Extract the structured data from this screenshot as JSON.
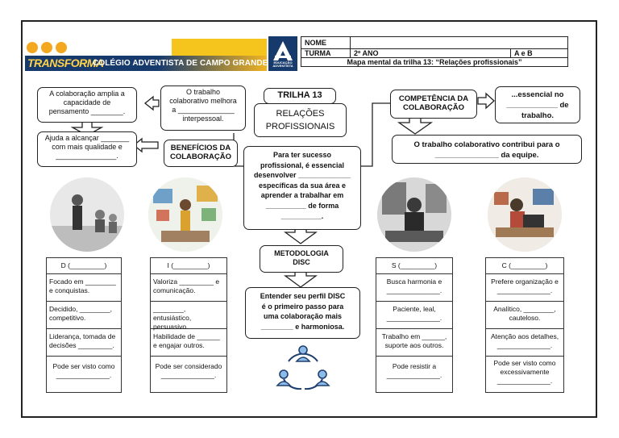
{
  "header": {
    "brand": "TRANSFORMA",
    "school": "COLÉGIO ADVENTISTA DE CAMPO GRANDE",
    "logo_text": "EDUCAÇÃO ADVENTISTA",
    "nome_label": "NOME",
    "nome_value": "",
    "turma_label": "TURMA",
    "turma_value": "2º ANO",
    "turma_classes": "A e B",
    "subtitle": "Mapa mental da trilha 13: “Relações profissionais”"
  },
  "center": {
    "trilha": "TRILHA 13",
    "title_line1": "RELAÇÕES",
    "title_line2": "PROFISSIONAIS",
    "success_text_1": "Para ter sucesso",
    "success_text_2": "profissional,  é essencial",
    "success_text_3": "desenvolver _____________",
    "success_text_4": "específicas da sua área e",
    "success_text_5": "aprender a trabalhar em",
    "success_text_6": "__________ de forma",
    "success_text_7": "__________.",
    "metodologia_1": "METODOLOGIA",
    "metodologia_2": "DISC",
    "disc_text_1": "Entender seu perfil DISC",
    "disc_text_2": "é o primeiro passo para",
    "disc_text_3": "uma colaboração  mais",
    "disc_text_4": "________ e harmoniosa."
  },
  "benefits": {
    "label_1": "BENEFÍCIOS DA",
    "label_2": "COLABORAÇÃO",
    "box1_1": "A colaboração amplia a",
    "box1_2": "capacidade de",
    "box1_3": "pensamento ________.",
    "box2_1": "Ajuda a alcançar _______",
    "box2_2": "com mais qualidade e",
    "box2_3": "_______________.",
    "box3_1": "O trabalho",
    "box3_2": "colaborativo melhora",
    "box3_3": "a ______________",
    "box3_4": "interpessoal."
  },
  "competencia": {
    "label_1": "COMPETÊNCIA DA",
    "label_2": "COLABORAÇÃO",
    "box1_1": "...essencial no",
    "box1_2": "____________ de",
    "box1_3": "trabalho.",
    "box2_1": "O trabalho colaborativo contribui para o",
    "box2_2": "_______________ da equipe."
  },
  "disc_columns": [
    {
      "head": "D (_________)",
      "items": [
        "Focado em ________ e conquistas.",
        "Decidido, ________, competitivo.",
        "Liderança, tomada de decisões _________.",
        "Pode ser visto como ______________."
      ]
    },
    {
      "head": "I (_________)",
      "items": [
        "Valoriza _________ e comunicação.",
        "________, entusiástico, persuasivo.",
        "Habilidade de ______ e engajar outros.",
        "Pode ser considerado ______________."
      ]
    },
    {
      "head": "S (_________)",
      "items": [
        "Busca harmonia e ______________.",
        "Paciente, leal, ______________.",
        "Trabalho em ______, suporte aos outros.",
        "Pode resistir a ______________."
      ]
    },
    {
      "head": "C (_________)",
      "items": [
        "Prefere organização e ______________.",
        "Analítico, ________, cauteloso.",
        "Atenção aos detalhes, ______________.",
        "Pode ser visto como excessivamente ______________."
      ]
    }
  ]
}
